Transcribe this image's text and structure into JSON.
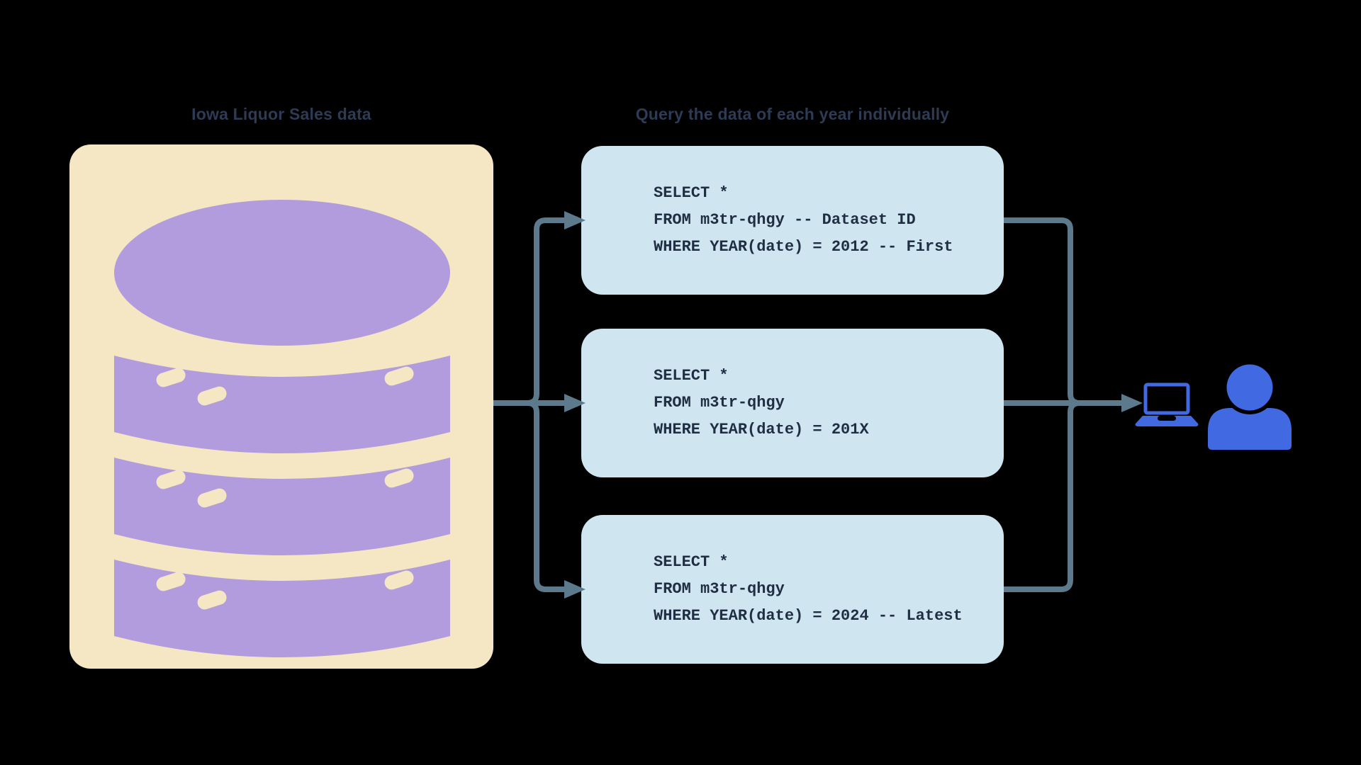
{
  "database_panel": {
    "title": "Iowa Liquor Sales data",
    "panel_color": "#F5E7C3",
    "icon": "database-icon",
    "icon_color": "#B29CDD"
  },
  "query_panel": {
    "title": "Query the data of each year individually",
    "box_color": "#CFE6F1",
    "queries": [
      {
        "lines": [
          "SELECT *",
          "FROM m3tr-qhgy -- Dataset ID",
          "WHERE YEAR(date) = 2012 -- First"
        ]
      },
      {
        "lines": [
          "SELECT *",
          "FROM m3tr-qhgy",
          "WHERE YEAR(date) = 201X"
        ]
      },
      {
        "lines": [
          "SELECT *",
          "FROM m3tr-qhgy",
          "WHERE YEAR(date) = 2024 -- Latest"
        ]
      }
    ]
  },
  "output": {
    "icons": [
      "laptop-icon",
      "user-icon"
    ],
    "icon_color": "#4169E1"
  },
  "colors": {
    "background": "#000000",
    "arrow": "#5C7A8C",
    "title_text": "#2D3B54",
    "code_text": "#202E44"
  }
}
